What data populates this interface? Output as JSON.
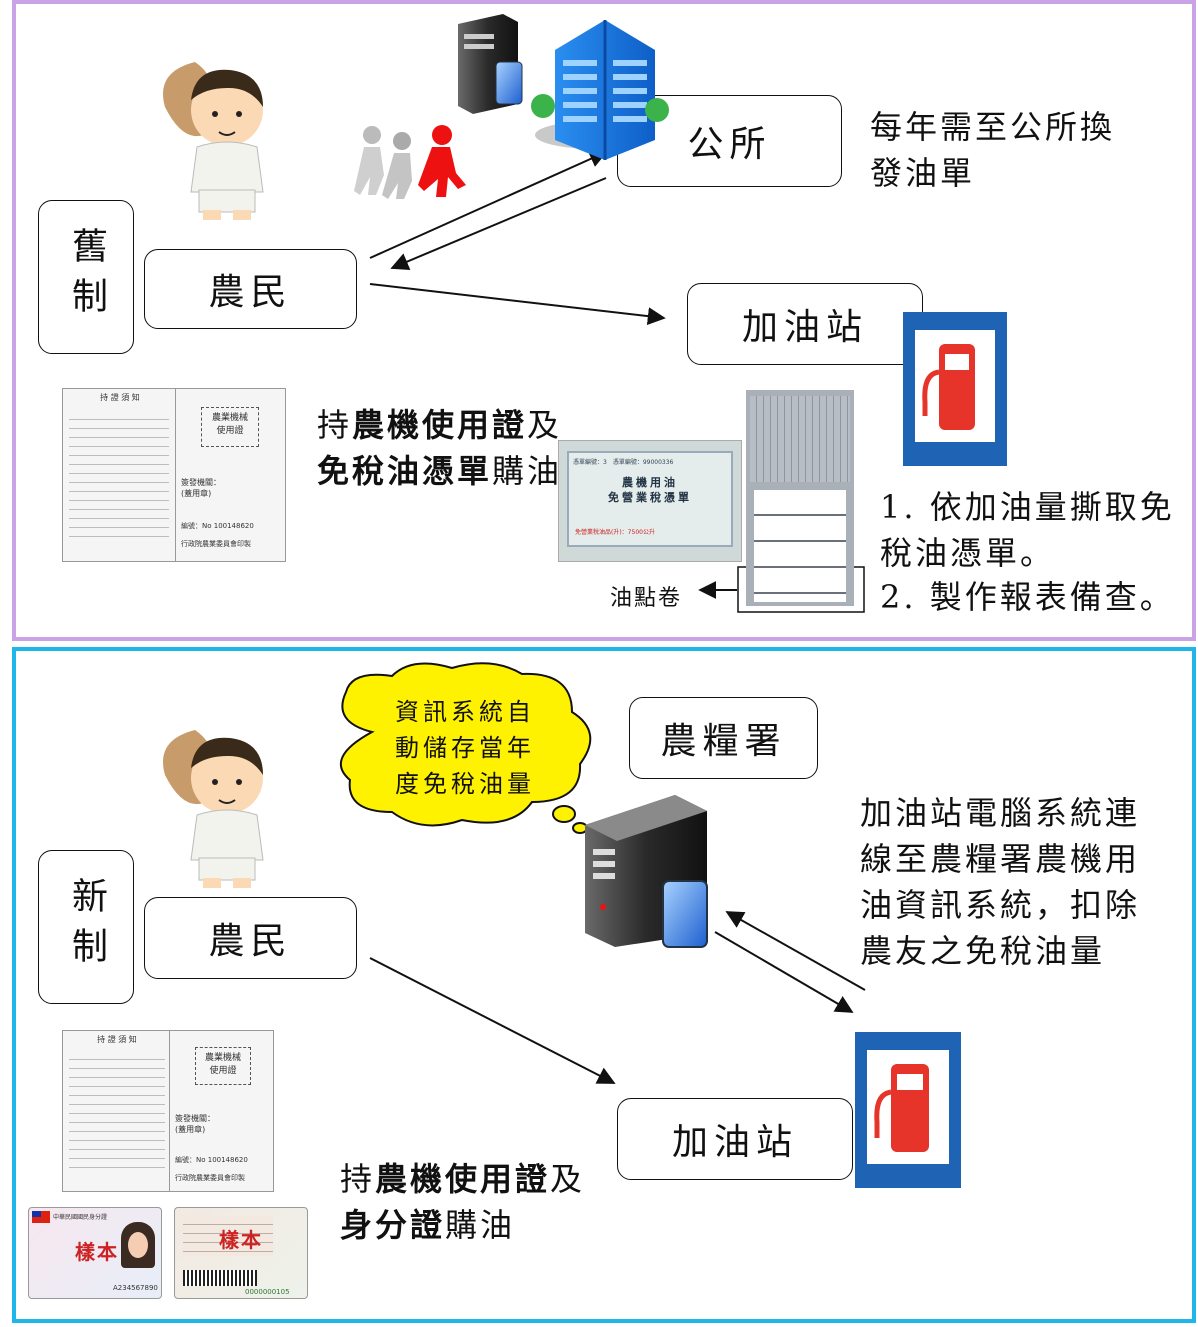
{
  "old": {
    "side_label": "舊制",
    "farmer": "農民",
    "office": "公所",
    "station": "加油站",
    "office_note": "每年需至公所換\n發油單",
    "purchase": {
      "prefix": "持",
      "bold": "農機使用證",
      "mid": "及",
      "bold2": "免稅油憑單",
      "suffix": "購油"
    },
    "steps": [
      "1. 依加油量撕取免\n    稅油憑單。",
      "2. 製作報表備查。"
    ],
    "coupon_label": "油點卷",
    "card": {
      "notice_title": "持 證 須 知",
      "stamp": "農業機械\n使用證",
      "issuer": "簽發機關：\n(蓋用章)",
      "number": "編號：No 100148620",
      "ministry": "行政院農業委員會印製"
    },
    "ticket": {
      "head": "憑單編號：3　憑單編號：99000336",
      "title": "農機用油\n免營業稅憑單",
      "foot": "免營業稅油品(升)：7500公升"
    }
  },
  "new": {
    "side_label": "新制",
    "farmer": "農民",
    "agency": "農糧署",
    "station": "加油站",
    "cloud": "資訊系統自\n動儲存當年\n度免稅油量",
    "system_note": "加油站電腦系統連\n線至農糧署農機用\n油資訊系統，扣除\n農友之免稅油量",
    "purchase": {
      "prefix": "持",
      "bold": "農機使用證",
      "mid": "及",
      "bold2": "身分證",
      "suffix": "購油"
    },
    "card": {
      "notice_title": "持 證 須 知",
      "stamp": "農業機械\n使用證",
      "issuer": "簽發機關：\n(蓋用章)",
      "number": "編號：No 100148620",
      "ministry": "行政院農業委員會印製"
    },
    "id_front": {
      "header": "中華民國國民身分證",
      "watermark": "樣本",
      "number": "A234567890"
    },
    "id_back": {
      "watermark": "樣本",
      "serial": "0000000105"
    }
  },
  "colors": {
    "old_border": "#c9a3e6",
    "new_border": "#1fb7e9",
    "pump_blue": "#1f64b4",
    "pump_red": "#e6342a",
    "cloud_yellow": "#fff200"
  }
}
